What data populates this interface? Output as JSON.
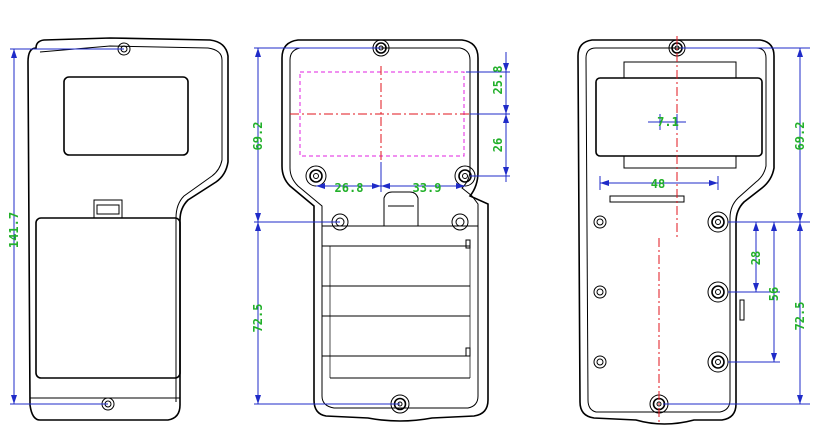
{
  "colors": {
    "outline": "#000000",
    "dimension_line": "#1f2bc8",
    "dimension_text": "#22b02a",
    "center_line": "#e0141e",
    "label_area": "#e020e0"
  },
  "views": {
    "back": {
      "dims": {
        "overall_height": "141.7"
      }
    },
    "inside": {
      "dims": {
        "upper_height": "69.2",
        "lower_height": "72.5",
        "window_top": "25.8",
        "window_bottom": "26",
        "boss_left": "26.8",
        "boss_right": "33.9"
      }
    },
    "front": {
      "dims": {
        "window_offset": "7.1",
        "slot_width": "48",
        "upper_height": "69.2",
        "lower_height": "72.5",
        "pitch_28": "28",
        "pitch_56": "56"
      }
    }
  }
}
